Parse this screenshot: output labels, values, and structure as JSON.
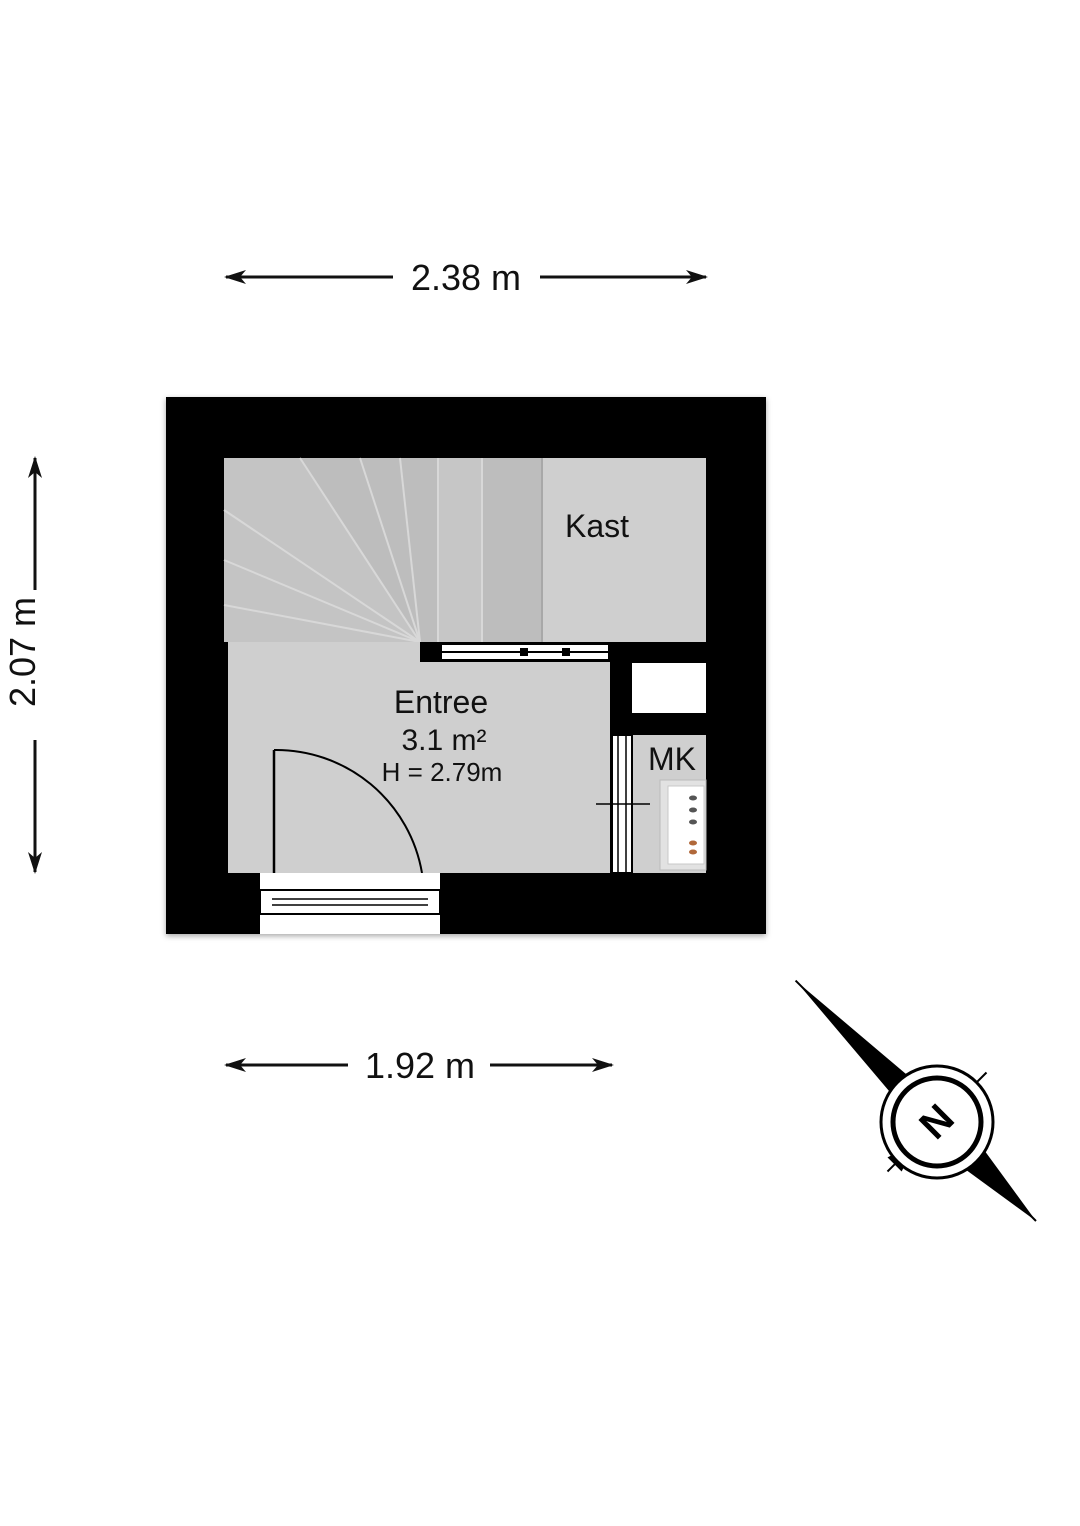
{
  "dimensions": {
    "top_width": "2.38 m",
    "left_height": "2.07 m",
    "bottom_width": "1.92 m"
  },
  "rooms": {
    "entree": {
      "name": "Entree",
      "area": "3.1 m²",
      "height": "H = 2.79m"
    },
    "kast": {
      "name": "Kast"
    },
    "mk": {
      "name": "MK"
    }
  },
  "compass": {
    "label": "N"
  },
  "colors": {
    "wall": "#000000",
    "floor": "#cfcfcf",
    "stairs": "#bdbdbd",
    "background": "#ffffff"
  }
}
